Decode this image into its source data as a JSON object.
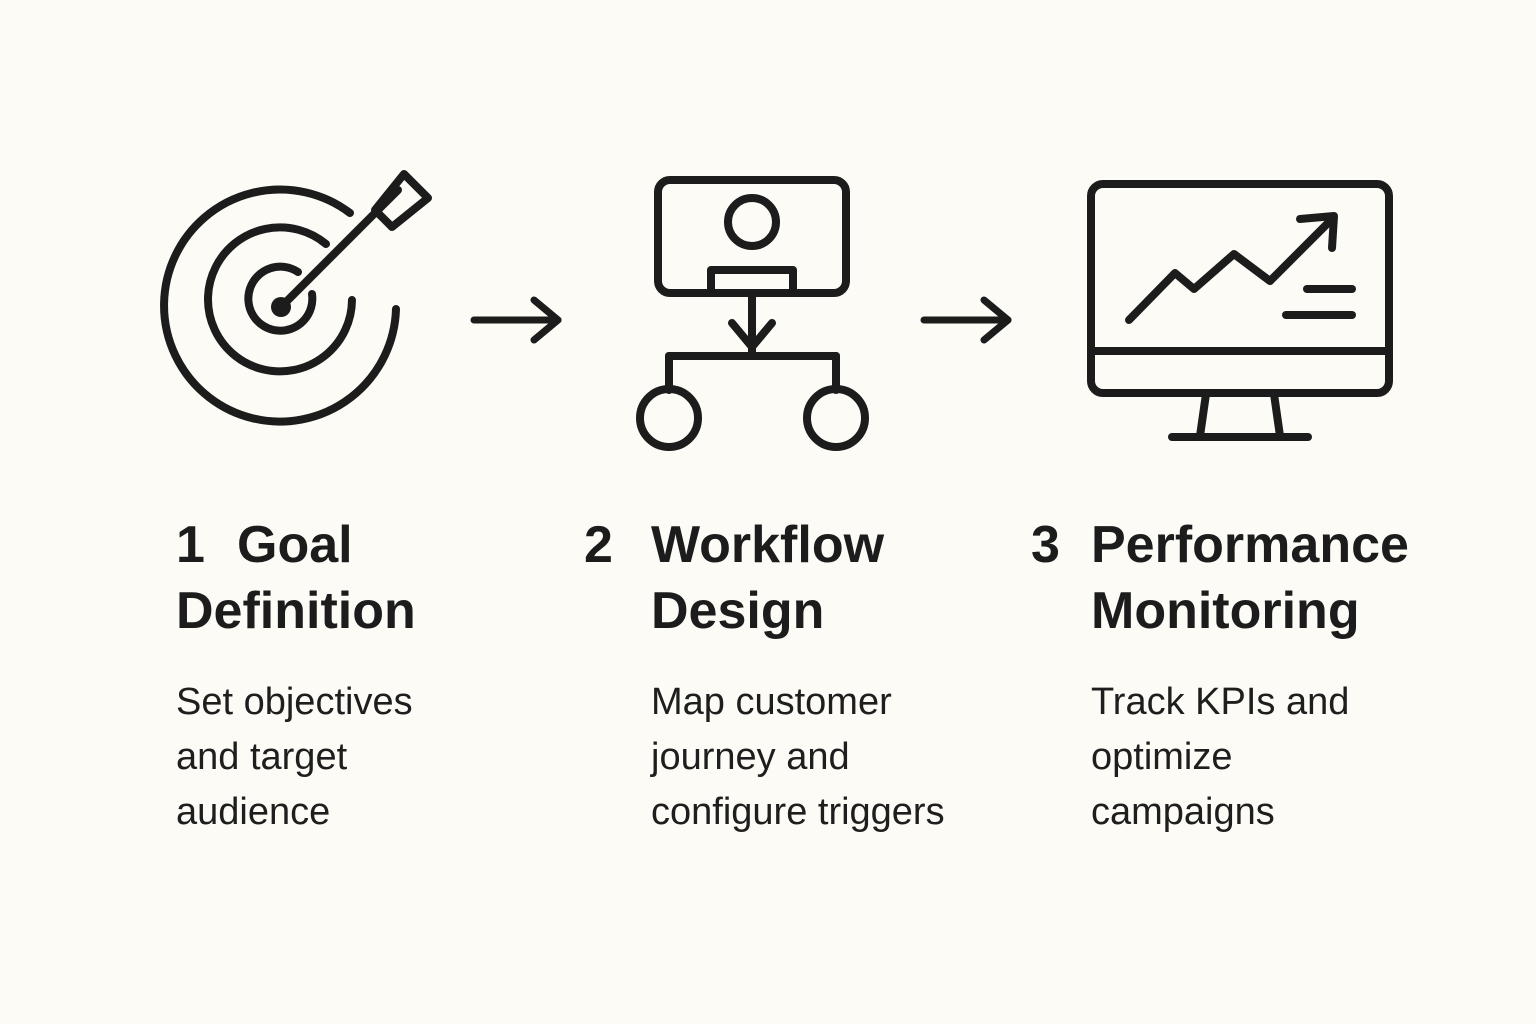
{
  "steps": [
    {
      "number": "1",
      "title_lines": [
        "Goal",
        "Definition"
      ],
      "description_lines": [
        "Set objectives",
        "and target",
        "audience"
      ],
      "icon": "target-icon"
    },
    {
      "number": "2",
      "title_lines": [
        "Workflow",
        "Design"
      ],
      "description_lines": [
        "Map customer",
        "journey and",
        "configure triggers"
      ],
      "icon": "workflow-icon"
    },
    {
      "number": "3",
      "title_lines": [
        "Performance",
        "Monitoring"
      ],
      "description_lines": [
        "Track KPIs and",
        "optimize",
        "campaigns"
      ],
      "icon": "monitor-chart-icon"
    }
  ],
  "connectors": [
    "arrow-right-icon",
    "arrow-right-icon"
  ],
  "colors": {
    "background": "#fcfbf6",
    "ink": "#1c1c1c"
  }
}
